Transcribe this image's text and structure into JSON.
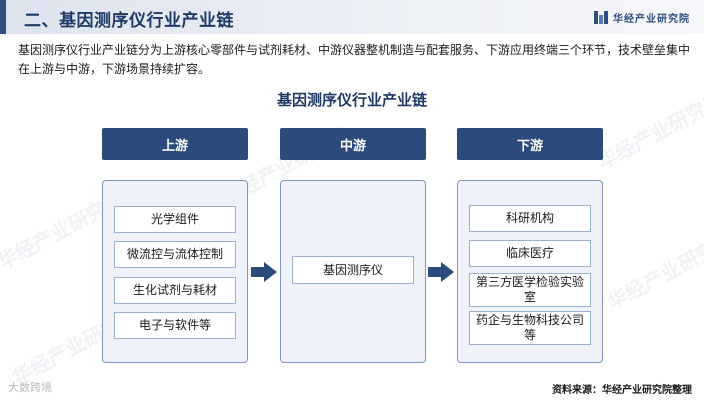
{
  "header": {
    "section_title": "二、基因测序仪行业产业链",
    "brand_name": "华经产业研究院"
  },
  "intro_text": "基因测序仪行业产业链分为上游核心零部件与试剂耗材、中游仪器整机制造与配套服务、下游应用终端三个环节，技术壁垒集中在上游与中游，下游场景持续扩容。",
  "diagram": {
    "title": "基因测序仪行业产业链",
    "stages": [
      {
        "label": "上游",
        "items": [
          "光学组件",
          "微流控与流体控制",
          "生化试剂与耗材",
          "电子与软件等"
        ]
      },
      {
        "label": "中游",
        "items": [
          "基因测序仪"
        ]
      },
      {
        "label": "下游",
        "items": [
          "科研机构",
          "临床医疗",
          "第三方医学检验实验室",
          "药企与生物科技公司等"
        ]
      }
    ]
  },
  "watermark_text": "华经产业研究院",
  "corner_watermark": "大数跨境",
  "source_text": "资料来源：华经产业研究院整理",
  "colors": {
    "primary": "#2c4a7c",
    "panel": "#eff2f8",
    "title": "#1f3a66"
  }
}
